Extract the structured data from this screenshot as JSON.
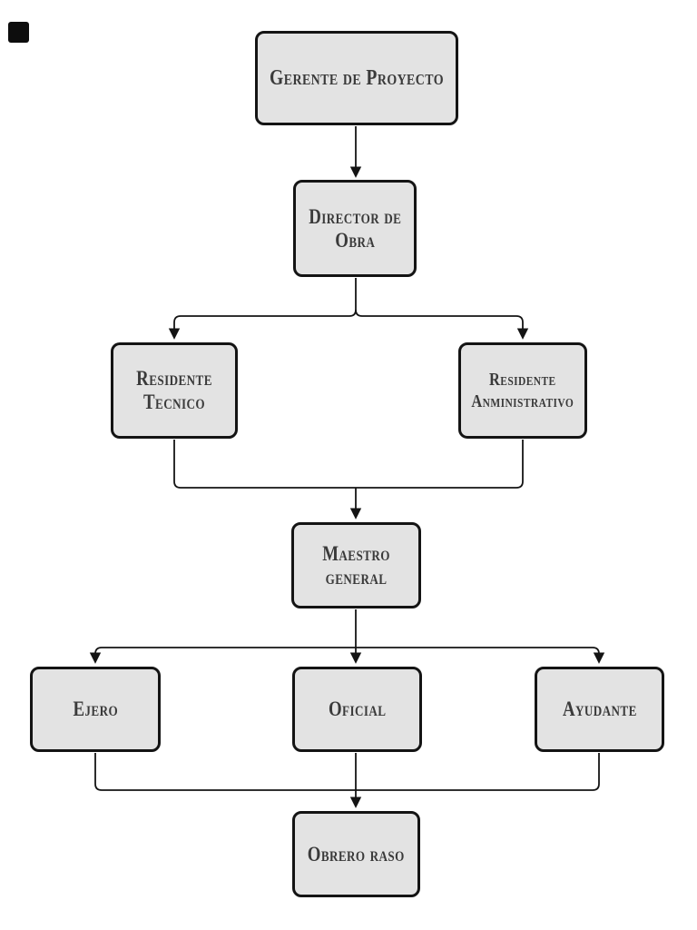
{
  "diagram": {
    "type": "org-chart",
    "colors": {
      "background": "#ffffff",
      "node_fill": "#e3e3e3",
      "node_border": "#141414",
      "text": "#3a3a3a",
      "connector": "#141414"
    },
    "nodes": [
      {
        "id": "gerente-de-proyecto",
        "label": "Gerente de Proyecto"
      },
      {
        "id": "director-de-obra",
        "label": "Director de\nObra"
      },
      {
        "id": "residente-tecnico",
        "label": "Residente\nTecnico"
      },
      {
        "id": "residente-anministrativo",
        "label": "Residente\nAnministrativo"
      },
      {
        "id": "maestro-general",
        "label": "Maestro\ngeneral"
      },
      {
        "id": "ejero",
        "label": "Ejero"
      },
      {
        "id": "oficial",
        "label": "Oficial"
      },
      {
        "id": "ayudante",
        "label": "Ayudante"
      },
      {
        "id": "obrero-raso",
        "label": "Obrero raso"
      }
    ],
    "edges": [
      {
        "from": "gerente-de-proyecto",
        "to": "director-de-obra"
      },
      {
        "from": "director-de-obra",
        "to": "residente-tecnico"
      },
      {
        "from": "director-de-obra",
        "to": "residente-anministrativo"
      },
      {
        "from": "residente-tecnico",
        "to": "maestro-general"
      },
      {
        "from": "residente-anministrativo",
        "to": "maestro-general"
      },
      {
        "from": "maestro-general",
        "to": "ejero"
      },
      {
        "from": "maestro-general",
        "to": "oficial"
      },
      {
        "from": "maestro-general",
        "to": "ayudante"
      },
      {
        "from": "ejero",
        "to": "obrero-raso"
      },
      {
        "from": "oficial",
        "to": "obrero-raso"
      },
      {
        "from": "ayudante",
        "to": "obrero-raso"
      }
    ]
  }
}
